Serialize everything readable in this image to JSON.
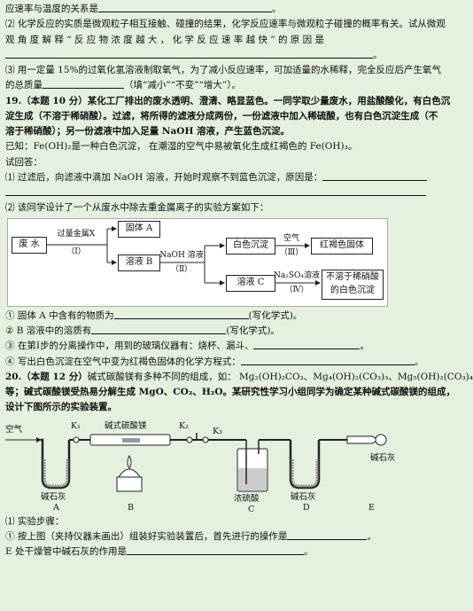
{
  "intro": {
    "line1_pre": "应速率与温度的关系是",
    "line1_post": "。",
    "q2_a": "⑵ 化学反应的实质是微观粒子相互接触、碰撞的结果，化学反应速率与微观粒子碰撞的概率有关。试从微观",
    "q2_b": "观 角 度 解 释 “ 反 应 物 浓 度 越 大 ， 化 学 反 应 速 率 越 快 ” 的 原 因 是",
    "q2_end": "。",
    "q3_a": "⑶ 用一定量 15%的过氧化氢溶液制取氧气，为了减小反应速率，可加适量的水稀释，完全反应后产生氧气",
    "q3_b_pre": "的总质量",
    "q3_b_post": "（填“减小”“不变”“增大”）。"
  },
  "q19": {
    "number": "19.",
    "score": "（本题 10 分）",
    "stem1": "某化工厂排出的废水透明、澄清、略显蓝色。一同学取少量废水，用盐酸酸化，有白色沉",
    "stem2": "淀生成（不溶于稀硝酸）。过滤，将所得的滤液分成两份，一份滤液中加入稀硫酸，也有白色沉淀生成（不",
    "stem3": "溶于稀硝酸）；另一份滤液中加入足量 NaOH 溶液，产生蓝色沉淀。",
    "known": "已知：Fe(OH)₂是一种白色沉淀， 在潮湿的空气中易被氧化生成红褐色的 Fe(OH)₃。",
    "ask": "试回答：",
    "sub1": "⑴ 过滤后，向滤液中滴加 NaOH 溶液，开始时观察不到蓝色沉淀，原因是：",
    "sub2": "⑵ 该同学设计了一个从废水中除去重金属离子的实验方案如下：",
    "flow": {
      "waste": "废  水",
      "metal": "过量金属X",
      "step1": "（Ⅰ）",
      "solidA": "固体 A",
      "solB": "溶液 B",
      "naoh": "NaOH 溶液",
      "step2": "（Ⅱ）",
      "white": "白色沉淀",
      "air": "空气",
      "step3": "（Ⅲ）",
      "red": "红褐色固体",
      "solC": "溶液 C",
      "na2so4": "Na₂SO₄溶液",
      "step4": "（Ⅳ）",
      "insol1": "不溶于稀硝酸",
      "insol2": "的白色沉淀"
    },
    "a1_pre": "① 固体 A 中含有的物质为",
    "a1_post": "(写化学式)。",
    "a2_pre": "② B 溶液中的溶质有",
    "a2_post": "(写化学式)。",
    "a3_pre": "③ 在第Ⅰ步的分离操作中，用到的玻璃仪器有：烧杯、漏斗、",
    "a3_post": "。",
    "a4_pre": "④ 写出白色沉淀在空气中变为红褐色固体的化学方程式：",
    "a4_post": "。"
  },
  "q20": {
    "number": "20.",
    "score": "（本题 12 分）",
    "stem1": "碱式碳酸镁有多种不同的组成，如： Mg₂(OH)₂CO₃、Mg₄(OH)₂(CO₃)₃、Mg₅(OH)₂(CO₃)₄",
    "stem2": "等；碱式碳酸镁受热易分解生成 MgO、CO₂、H₂O。某研究性学习小组同学为确定某种碱式碳酸镁的组成，",
    "stem3": "设计下图所示的实验装置。",
    "apparatus": {
      "air": "空气",
      "k1": "K₁",
      "k2": "K₂",
      "k3": "K₃",
      "sample": "碱式碳酸镁",
      "limeA": "碱石灰",
      "acid": "浓硫酸",
      "limeD": "碱石灰",
      "limeE": "碱石灰",
      "A": "A",
      "B": "B",
      "C": "C",
      "D": "D",
      "E": "E"
    },
    "s1": "⑴ 实验步骤：",
    "s2_pre": "① 按上图（夹持仪器未画出）组装好实验装置后，首先进行的操作是",
    "s2_post": "。",
    "s3_pre": "E 处干燥管中碱石灰的作用是",
    "s3_post": "。"
  }
}
